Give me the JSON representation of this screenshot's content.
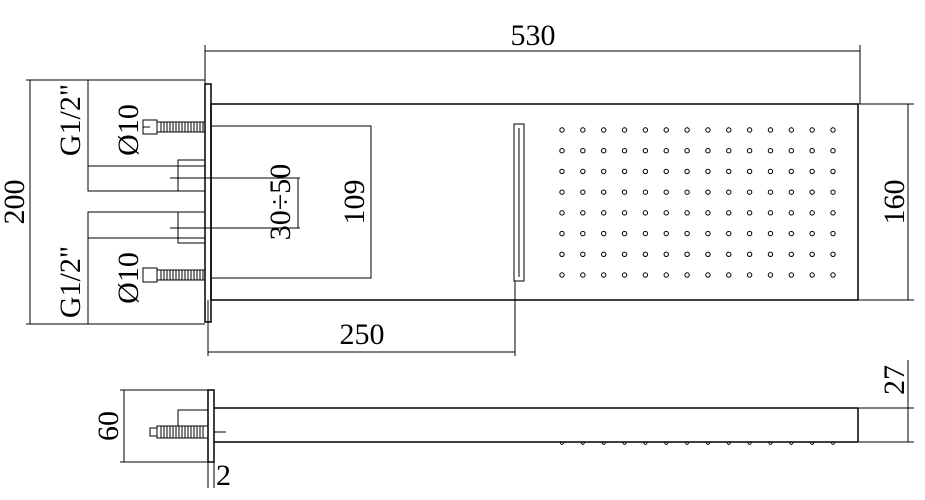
{
  "dimensions": {
    "overall_length": "530",
    "overall_height": "200",
    "head_height": "160",
    "spacing": "30÷50",
    "inner_height": "109",
    "arm_length": "250",
    "thread_top": "G1/2\"",
    "thread_bottom": "G1/2\"",
    "pipe_top": "Ø10",
    "pipe_bottom": "Ø10",
    "side_height": "60",
    "head_thickness": "27",
    "plate_thickness": "2"
  },
  "nozzle_grid": {
    "rows": 8,
    "cols": 14
  },
  "side_nozzles": 14
}
